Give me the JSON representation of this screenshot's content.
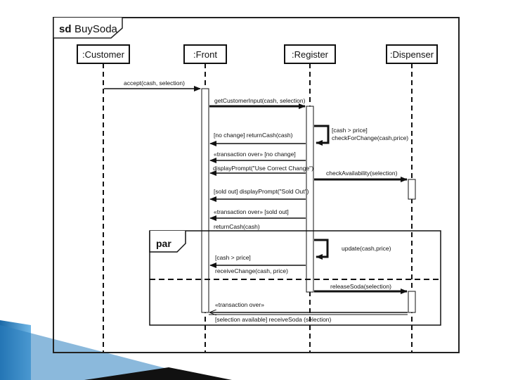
{
  "frame": {
    "keyword": "sd",
    "name": "BuySoda"
  },
  "lifelines": [
    {
      "id": "customer",
      "label": ":Customer"
    },
    {
      "id": "front",
      "label": ":Front"
    },
    {
      "id": "register",
      "label": ":Register"
    },
    {
      "id": "dispenser",
      "label": ":Dispenser"
    }
  ],
  "messages": [
    {
      "id": "accept",
      "text": "accept(cash, selection)"
    },
    {
      "id": "get-customer-input",
      "text": "getCustomerInput(cash, selection)"
    },
    {
      "id": "guard-cash-gt-price",
      "text": "[cash > price]"
    },
    {
      "id": "check-for-change",
      "text": "checkForChange(cash,price)"
    },
    {
      "id": "return-cash-no-change",
      "text": "[no change] returnCash(cash)"
    },
    {
      "id": "transaction-over-no-change",
      "text": "«transaction over» [no change]"
    },
    {
      "id": "display-prompt-correct-change",
      "text": "displayPrompt(\"Use Correct Change\")"
    },
    {
      "id": "check-availability",
      "text": "checkAvailability(selection)"
    },
    {
      "id": "sold-out-display",
      "text": "[sold out] displayPrompt(\"Sold Out\")"
    },
    {
      "id": "transaction-over-sold-out",
      "text": "«transaction over» [sold out]"
    },
    {
      "id": "return-cash",
      "text": "returnCash(cash)"
    },
    {
      "id": "update",
      "text": "update(cash,price)"
    },
    {
      "id": "guard-cash-gt-price-2",
      "text": "[cash > price]"
    },
    {
      "id": "receive-change",
      "text": "receiveChange(cash, price)"
    },
    {
      "id": "release-soda",
      "text": "releaseSoda(selection)"
    },
    {
      "id": "transaction-over",
      "text": "«transaction over»"
    },
    {
      "id": "receive-soda",
      "text": "[selection available] receiveSoda (selection)"
    }
  ],
  "fragment": {
    "operator": "par"
  }
}
